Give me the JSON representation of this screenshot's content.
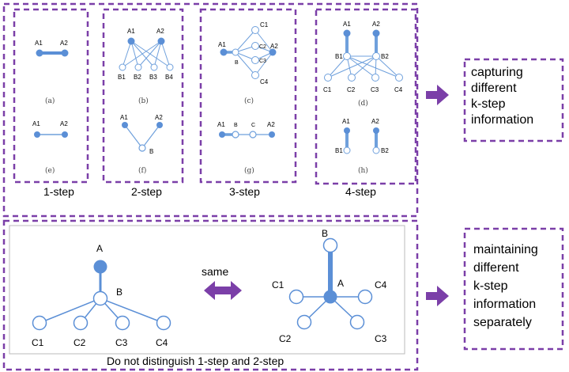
{
  "top": {
    "step_labels": [
      "1-step",
      "2-step",
      "3-step",
      "4-step"
    ],
    "captions": [
      "(a)",
      "(b)",
      "(c)",
      "(d)",
      "(e)",
      "(f)",
      "(g)",
      "(h)"
    ],
    "node_labels": {
      "a": [
        "A1",
        "A2"
      ],
      "b": [
        "A1",
        "A2",
        "B1",
        "B2",
        "B3",
        "B4"
      ],
      "c": [
        "A1",
        "A2",
        "B",
        "C1",
        "C2",
        "C3",
        "C4"
      ],
      "d": [
        "A1",
        "A2",
        "B1",
        "B2",
        "C1",
        "C2",
        "C3",
        "C4"
      ],
      "e": [
        "A1",
        "A2"
      ],
      "f": [
        "A1",
        "A2",
        "B"
      ],
      "g": [
        "A1",
        "B",
        "C",
        "A2"
      ],
      "h": [
        "A1",
        "A2",
        "B1",
        "B2"
      ]
    },
    "result_lines": [
      "capturing",
      "different",
      "k-step",
      "information"
    ]
  },
  "bottom": {
    "left_labels": [
      "A",
      "B",
      "C1",
      "C2",
      "C3",
      "C4"
    ],
    "right_labels": [
      "B",
      "A",
      "C1",
      "C2",
      "C3",
      "C4"
    ],
    "arrow_label": "same",
    "caption": "Do not distinguish 1-step and 2-step",
    "result_lines": [
      "maintaining",
      "different",
      "k-step",
      "information",
      "separately"
    ]
  },
  "colors": {
    "frame": "#7b3fa8",
    "arrow": "#7b3fa8",
    "node": "#5b8fd6",
    "edge": "#6fa0dc"
  }
}
